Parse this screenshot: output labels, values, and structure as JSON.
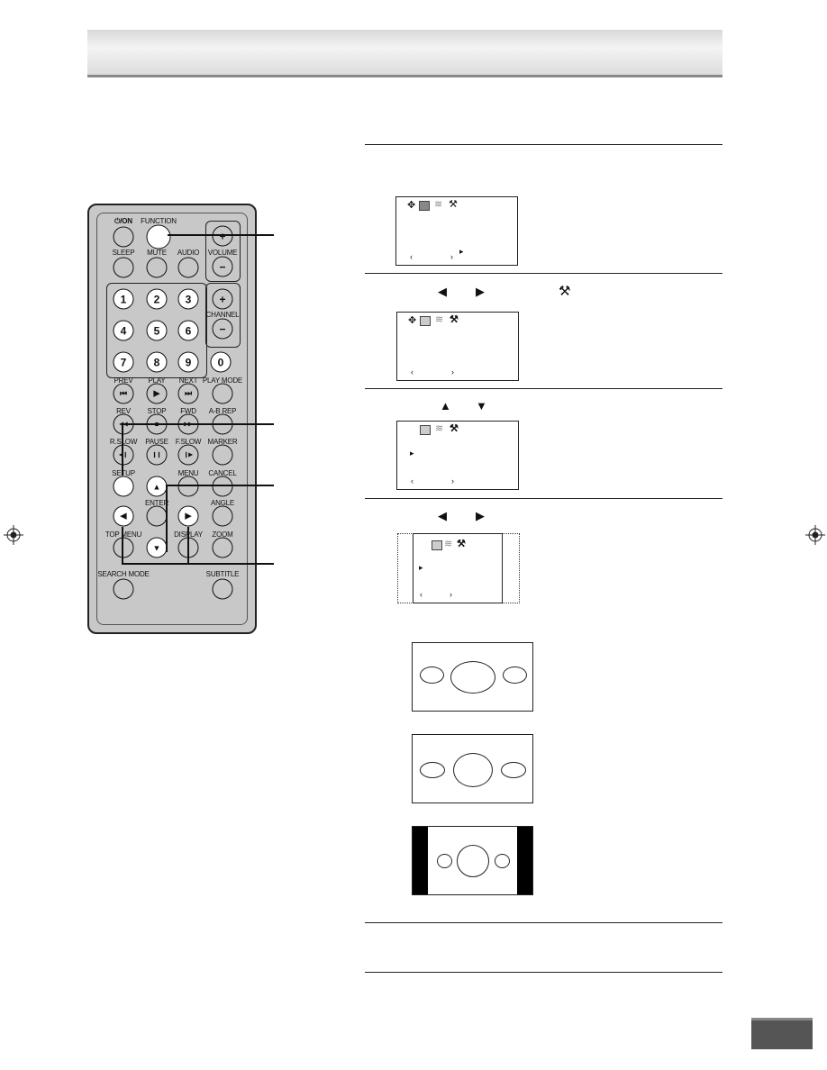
{
  "remote": {
    "power_label": "⏻/ON",
    "function_label": "FUNCTION",
    "volume_label": "VOLUME",
    "sleep_label": "SLEEP",
    "mute_label": "MUTE",
    "audio_label": "AUDIO",
    "channel_label": "CHANNEL",
    "plus": "+",
    "minus": "−",
    "numbers": [
      "1",
      "2",
      "3",
      "4",
      "5",
      "6",
      "7",
      "8",
      "9",
      "0"
    ],
    "prev_label": "PREV",
    "play_label": "PLAY",
    "next_label": "NEXT",
    "play_mode_label": "PLAY MODE",
    "rev_label": "REV",
    "stop_label": "STOP",
    "fwd_label": "FWD",
    "ab_rep_label": "A-B REP",
    "rslow_label": "R.SLOW",
    "pause_label": "PAUSE",
    "fslow_label": "F.SLOW",
    "marker_label": "MARKER",
    "setup_label": "SETUP",
    "menu_label": "MENU",
    "cancel_label": "CANCEL",
    "enter_label": "ENTER",
    "angle_label": "ANGLE",
    "top_menu_label": "TOP MENU",
    "display_label": "DISPLAY",
    "zoom_label": "ZOOM",
    "search_mode_label": "SEARCH MODE",
    "subtitle_label": "SUBTITLE",
    "glyphs": {
      "prev": "⏮",
      "play": "▶",
      "next": "⏭",
      "rev": "◀◀",
      "stop": "■",
      "fwd": "▶▶",
      "rslow": "◀❙",
      "pause": "❙❙",
      "fslow": "❙▶",
      "up": "▲",
      "down": "▼",
      "left": "◀",
      "right": "▶"
    }
  },
  "steps": {
    "step2_left_arrow": "◀",
    "step2_right_arrow": "▶",
    "step3_up_arrow": "▲",
    "step3_down_arrow": "▼",
    "step4_left_arrow": "◀",
    "step4_right_arrow": "▶"
  },
  "screens": {
    "marker": "▸",
    "chev_left": "‹",
    "chev_right": "›"
  },
  "colors": {
    "header_bg": "#e4e4e4",
    "remote_body": "#c8c8c8",
    "page_tab": "#555555"
  },
  "icons": [
    "move-icon",
    "picture-icon",
    "audio-icon",
    "setup-tools-icon",
    "registration-mark-icon"
  ]
}
